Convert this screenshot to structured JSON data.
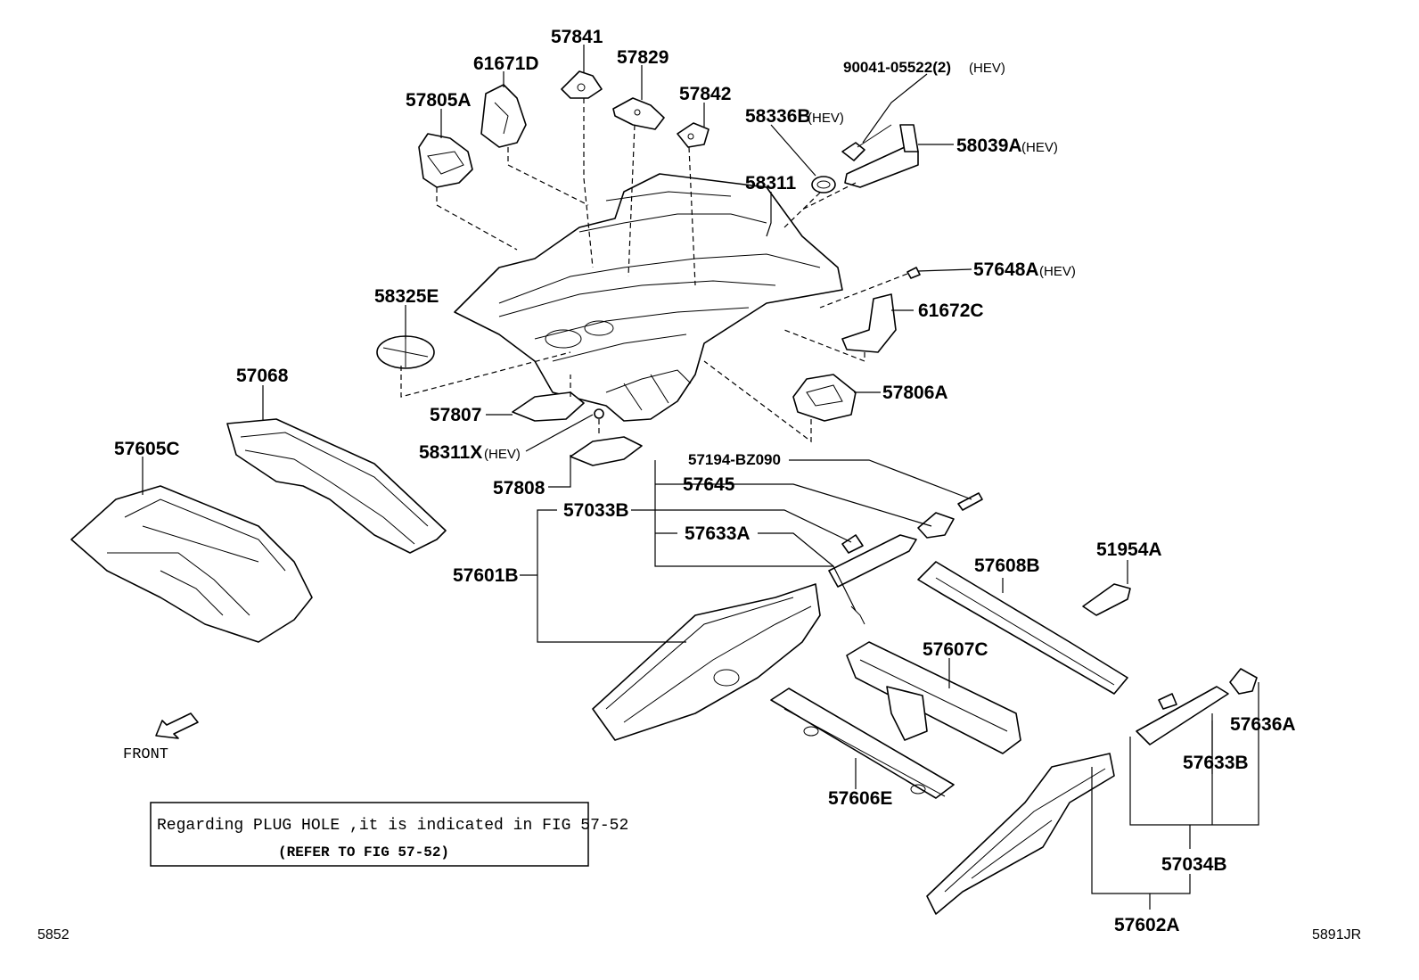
{
  "labels": {
    "p57841": "57841",
    "p61671D": "61671D",
    "p57829": "57829",
    "p90041": "90041-05522(2)",
    "p90041_suffix": "(HEV)",
    "p57805A": "57805A",
    "p57842": "57842",
    "p58336B": "58336B",
    "p58336B_suffix": "(HEV)",
    "p58039A": "58039A",
    "p58039A_suffix": "(HEV)",
    "p58311": "58311",
    "p57648A": "57648A",
    "p57648A_suffix": "(HEV)",
    "p58325E": "58325E",
    "p61672C": "61672C",
    "p57068": "57068",
    "p57806A": "57806A",
    "p57807": "57807",
    "p58311X": "58311X",
    "p58311X_suffix": "(HEV)",
    "p57605C": "57605C",
    "p57194": "57194-BZ090",
    "p57645": "57645",
    "p57808": "57808",
    "p57033B": "57033B",
    "p57633A": "57633A",
    "p57601B": "57601B",
    "p57608B": "57608B",
    "p51954A": "51954A",
    "p57607C": "57607C",
    "p57636A": "57636A",
    "p57633B": "57633B",
    "p57606E": "57606E",
    "p57034B": "57034B",
    "p57602A": "57602A"
  },
  "front_label": "FRONT",
  "note": {
    "line1": "Regarding PLUG HOLE ,it is indicated in FIG 57-52",
    "line2": "(REFER TO FIG 57-52)"
  },
  "page_number": "5852",
  "figure_code": "5891JR",
  "icons": [
    "front-arrow-icon"
  ]
}
